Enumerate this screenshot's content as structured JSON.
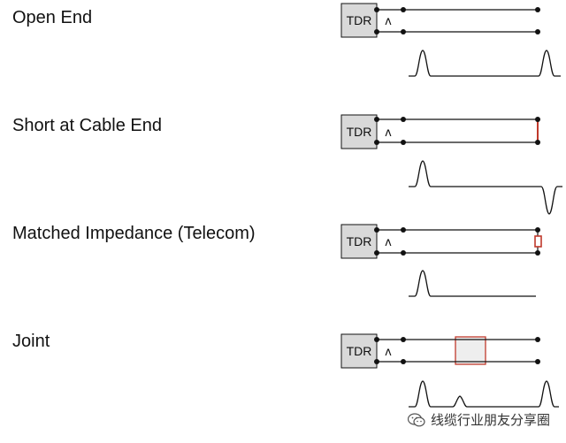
{
  "rows": [
    {
      "title": "Open End",
      "tdr_label": "TDR",
      "pulse_symbol": "ʌ"
    },
    {
      "title": "Short at Cable End",
      "tdr_label": "TDR",
      "pulse_symbol": "ʌ"
    },
    {
      "title": "Matched Impedance (Telecom)",
      "tdr_label": "TDR",
      "pulse_symbol": "ʌ"
    },
    {
      "title": "Joint",
      "tdr_label": "TDR",
      "pulse_symbol": "ʌ"
    }
  ],
  "watermark": {
    "text": "线缆行业朋友分享圈",
    "icon": "wechat-icon"
  },
  "colors": {
    "line": "#111111",
    "fault": "#c0392b",
    "box_fill": "#d9d9d9",
    "joint_fill": "#eeeeee"
  }
}
